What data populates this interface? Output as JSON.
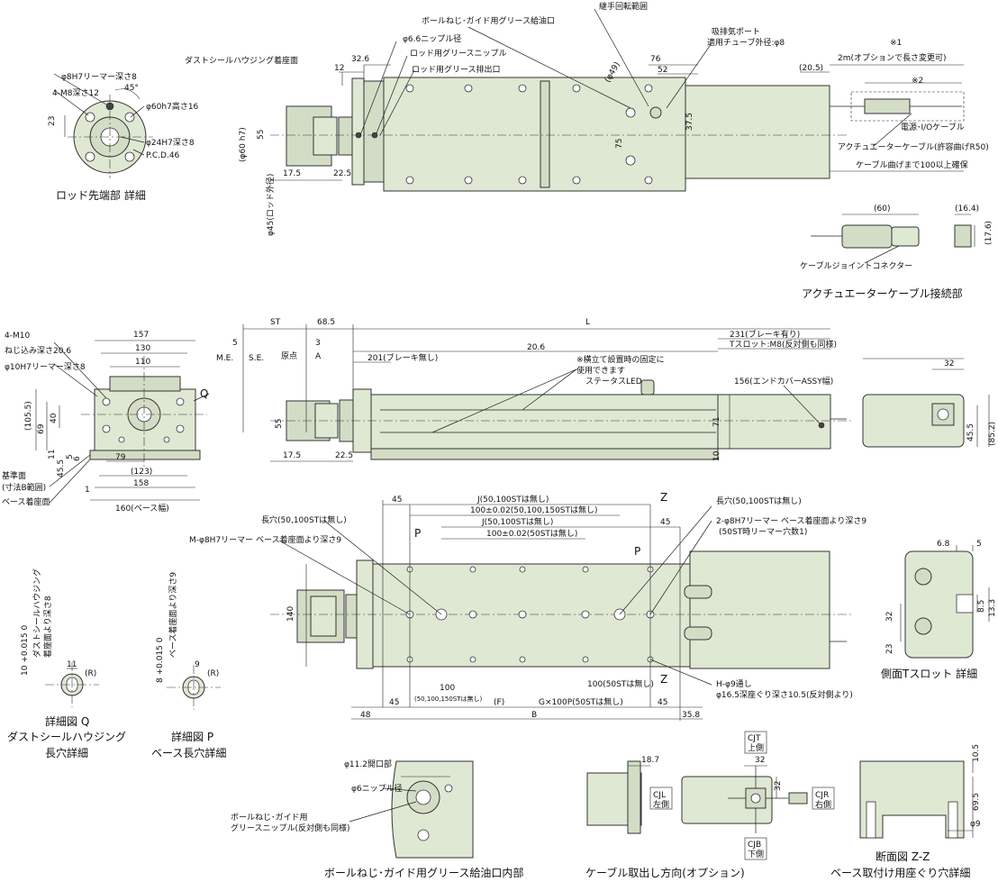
{
  "rod_tip": {
    "title": "ロッド先端部 詳細",
    "notes": [
      "φ8H7リーマー深さ8",
      "4-M8深さ12",
      "45°",
      "23",
      "φ60h7高さ16",
      "φ24H7深さ8",
      "P.C.D.46"
    ]
  },
  "top_view": {
    "notes": [
      "継手回転範囲",
      "ボールねじ･ガイド用グリース給油口",
      "φ6.6ニップル径",
      "ダストシールハウジング着座面",
      "ロッド用グリースニップル",
      "ロッド用グリース排出口",
      "吸排気ポート",
      "適用チューブ外径:φ8",
      "※1",
      "2m(オプションで長さ変更可)",
      "※2",
      "電源･I/Oケーブル",
      "アクチュエーターケーブル(許容曲げR50)",
      "ケーブル曲げまで100以上確保",
      "(φ60 h7)",
      "φ45(ロッド外径)"
    ],
    "dims": [
      "12",
      "32.6",
      "(φ49)",
      "76",
      "52",
      "(20.5)",
      "55",
      "75",
      "37.5",
      "17.5",
      "22.5"
    ]
  },
  "connector": {
    "title": "アクチュエーターケーブル接続部",
    "label": "ケーブルジョイントコネクター",
    "dims": [
      "(60)",
      "(16.4)",
      "(17.6)"
    ]
  },
  "front_view": {
    "notes": [
      "4-M10",
      "ねじ込み深さ20.6",
      "φ10H7リーマー深さ8",
      "Q",
      "基準面",
      "(寸法B範囲)",
      "ベース着座面",
      "160(ベース幅)"
    ],
    "dims": [
      "157",
      "130",
      "110",
      "(105.5)",
      "69",
      "40",
      "79",
      "(123)",
      "158",
      "11",
      "45.5",
      "5",
      "6",
      "1"
    ]
  },
  "side_view": {
    "notes": [
      "ST",
      "68.5",
      "L",
      "M.E.",
      "S.E.",
      "原点",
      "A",
      "20.6",
      "201(ブレーキ無し)",
      "231(ブレーキ有り)",
      "Tスロット:M8(反対側も同様)",
      "※横立て設置時の固定に",
      "使用できます",
      "ステータスLED",
      "156(エンドカバーASSY幅)"
    ],
    "dims": [
      "5",
      "3",
      "55",
      "71",
      "10",
      "17.5",
      "22.5",
      "32",
      "45.5",
      "(85.2)"
    ]
  },
  "bottom_view": {
    "notes": [
      "J(50,100STは無し)",
      "100±0.02(50,100,150STは無し)",
      "J(50,100STは無し)",
      "100±0.02(50STは無し)",
      "長穴(50,100STは無し)",
      "M-φ8H7リーマー ベース着座面より深さ9",
      "長穴(50,100STは無し)",
      "2-φ8H7リーマー ベース着座面より深さ9",
      "(50ST時リーマー穴数1)",
      "H-φ9通し",
      "φ16.5深座ぐり深さ10.5(反対側より)",
      "G×100P(50STは無し)",
      "100(50STは無し)",
      "B",
      "P",
      "P",
      "Z",
      "Z"
    ],
    "dims": [
      "45",
      "45",
      "140",
      "45",
      "100",
      "(50,100,150STは無し)",
      "(F)",
      "45",
      "48",
      "35.8"
    ]
  },
  "detail_q": {
    "title1": "詳細図 Q",
    "title2": "ダストシールハウジング",
    "title3": "長穴詳細",
    "notes": [
      "10 +0.015 0",
      "ダストシールハウジング",
      "着座面より深さ8",
      "11",
      "(R)"
    ]
  },
  "detail_p": {
    "title1": "詳細図 P",
    "title2": "ベース長穴詳細",
    "notes": [
      "8 +0.015 0",
      "ベース着座面より深さ9",
      "9",
      "(R)"
    ]
  },
  "tslot": {
    "title": "側面Tスロット 詳細",
    "dims": [
      "6.8",
      "5",
      "32",
      "8.5",
      "13.3",
      "23"
    ]
  },
  "grease": {
    "title": "ボールねじ･ガイド用グリース給油口内部",
    "notes": [
      "φ11.2開口部",
      "φ6ニップル径",
      "ボールねじ･ガイド用",
      "グリースニップル(反対側も同様)"
    ]
  },
  "cable_exit": {
    "title": "ケーブル取出し方向(オプション)",
    "notes": [
      "18.7",
      "CJT",
      "上側",
      "32",
      "CJL",
      "左側",
      "CJR",
      "右側",
      "CJB",
      "下側",
      "32"
    ]
  },
  "section_zz": {
    "title1": "断面図 Z-Z",
    "title2": "ベース取付け用座ぐり穴詳細",
    "dims": [
      "10.5",
      "69.5",
      "φ9"
    ]
  }
}
